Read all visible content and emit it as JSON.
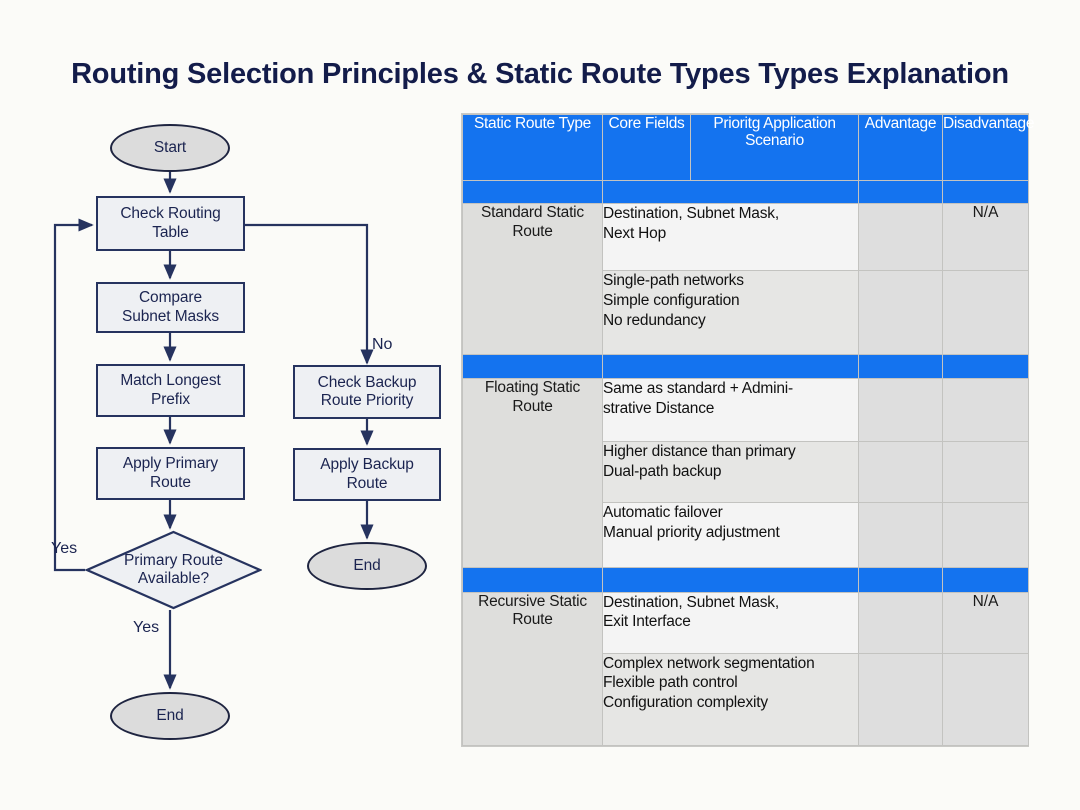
{
  "page": {
    "title": "Routing Selection Principles & Static Route Types Types Explanation",
    "background_color": "#fbfbf8",
    "title_color": "#131c4a",
    "accent_blue": "#1473ef"
  },
  "flowchart": {
    "nodes": {
      "start": "Start",
      "check_routing_table": "Check Routing Table",
      "compare_subnet_masks": "Compare Subnet Masks",
      "match_longest_prefix": "Match Longest Prefix",
      "apply_primary_route": "Apply Primary Route",
      "primary_route_available": "Primary Route Available?",
      "end_primary": "End",
      "check_backup_route_priority": "Check Backup Route Priority",
      "apply_backup_route": "Apply Backup Route",
      "end_backup": "End"
    },
    "node_lines": {
      "check_routing_table": [
        "Check Routing",
        "Table"
      ],
      "compare_subnet_masks": [
        "Compare",
        "Subnet Masks"
      ],
      "match_longest_prefix": [
        "Match Longest",
        "Prefix"
      ],
      "apply_primary_route": [
        "Apply Primary",
        "Route"
      ],
      "primary_route_available": [
        "Primary Route",
        "Available?"
      ],
      "check_backup_route_priority": [
        "Check Backup",
        "Route Priority"
      ],
      "apply_backup_route": [
        "Apply Backup",
        "Route"
      ]
    },
    "edge_labels": {
      "no_branch": "No",
      "yes_loop": "Yes",
      "yes_down": "Yes"
    }
  },
  "table": {
    "headers": [
      "Static Route Type",
      "Core Fields",
      "Prioritg Application Scenario",
      "Advantage",
      "Disadvantage"
    ],
    "header_lines": {
      "scenario": [
        "Prioritg Application",
        "Scenario"
      ]
    },
    "rows": [
      {
        "type": "Standard Static Route",
        "type_lines": [
          "Standard Static",
          "Route"
        ],
        "subrows": [
          {
            "core": [
              "Destination, Subnet Mask,",
              "Next Hop"
            ],
            "advantage": "",
            "disadvantage": "N/A"
          },
          {
            "core": [
              "Single-path networks",
              "Simple configuration",
              "No redundancy"
            ],
            "advantage": "",
            "disadvantage": ""
          }
        ]
      },
      {
        "type": "Floating Static Route",
        "type_lines": [
          "Floating Static",
          "Route"
        ],
        "subrows": [
          {
            "core": [
              "Same as standard + Admini-",
              "strative Distance"
            ],
            "advantage": "",
            "disadvantage": ""
          },
          {
            "core": [
              "Higher distance than primary",
              "Dual-path backup"
            ],
            "advantage": "",
            "disadvantage": ""
          },
          {
            "core": [
              "Automatic failover",
              "Manual priority adjustment"
            ],
            "advantage": "",
            "disadvantage": ""
          }
        ]
      },
      {
        "type": "Recursive Static Route",
        "type_lines": [
          "Recursive Static",
          "Route"
        ],
        "subrows": [
          {
            "core": [
              "Destination, Subnet Mask,",
              "Exit Interface"
            ],
            "advantage": "",
            "disadvantage": "N/A"
          },
          {
            "core": [
              "Complex network segmentation",
              "Flexible path control",
              "Configuration complexity"
            ],
            "advantage": "",
            "disadvantage": ""
          }
        ]
      }
    ]
  }
}
